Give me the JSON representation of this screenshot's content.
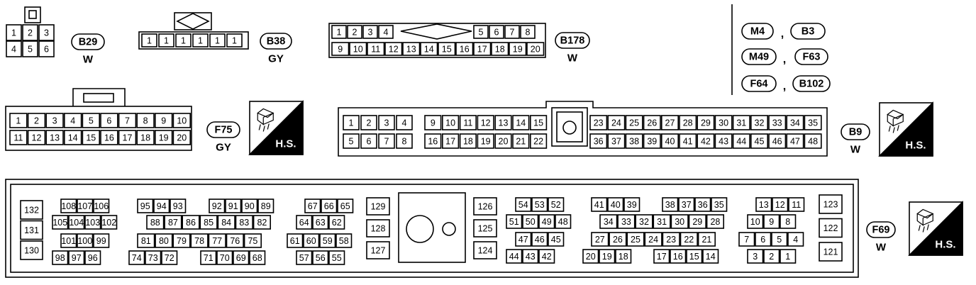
{
  "tags": {
    "b29": "B29",
    "b38": "B38",
    "b178": "B178",
    "f75": "F75",
    "b9": "B9",
    "f69": "F69",
    "m4": "M4",
    "b3": "B3",
    "m49": "M49",
    "f63": "F63",
    "f64": "F64",
    "b102": "B102",
    "sep": ","
  },
  "colors_text": {
    "b29": "W",
    "b38": "GY",
    "b178": "W",
    "f75": "GY",
    "b9": "W",
    "f69": "W"
  },
  "hs_label": "H.S.",
  "pins": {
    "b29_top": [
      "1",
      "2",
      "3"
    ],
    "b29_bot": [
      "4",
      "5",
      "6"
    ],
    "b38": [
      "1",
      "1",
      "1",
      "1",
      "1",
      "1"
    ],
    "b178_left_top": [
      "1",
      "2",
      "3",
      "4"
    ],
    "b178_right_top": [
      "5",
      "6",
      "7",
      "8"
    ],
    "b178_bot": [
      "9",
      "10",
      "11",
      "12",
      "13",
      "14",
      "15",
      "16",
      "17",
      "18",
      "19",
      "20"
    ],
    "f75_top": [
      "1",
      "2",
      "3",
      "4",
      "5",
      "6",
      "7",
      "8",
      "9",
      "10"
    ],
    "f75_bot": [
      "11",
      "12",
      "13",
      "14",
      "15",
      "16",
      "17",
      "18",
      "19",
      "20"
    ],
    "b9_l1_top": [
      "1",
      "2",
      "3",
      "4"
    ],
    "b9_l1_bot": [
      "5",
      "6",
      "7",
      "8"
    ],
    "b9_l2_top": [
      "9",
      "10",
      "11",
      "12",
      "13",
      "14",
      "15"
    ],
    "b9_l2_bot": [
      "16",
      "17",
      "18",
      "19",
      "20",
      "21",
      "22"
    ],
    "b9_r_top": [
      "23",
      "24",
      "25",
      "26",
      "27",
      "28",
      "29",
      "30",
      "31",
      "32",
      "33",
      "34",
      "35"
    ],
    "b9_r_bot": [
      "36",
      "37",
      "38",
      "39",
      "40",
      "41",
      "42",
      "43",
      "44",
      "45",
      "46",
      "47",
      "48"
    ],
    "f69_col_a": [
      "132",
      "131",
      "130"
    ],
    "f69_g1_r1": [
      "108",
      "107",
      "106"
    ],
    "f69_g1_r2": [
      "105",
      "104",
      "103",
      "102"
    ],
    "f69_g1_r3": [
      "101",
      "100",
      "99"
    ],
    "f69_g1_r4": [
      "98",
      "97",
      "96"
    ],
    "f69_g2_r1a": [
      "95",
      "94",
      "93"
    ],
    "f69_g2_r1b": [
      "92",
      "91",
      "90",
      "89"
    ],
    "f69_g2_r2": [
      "88",
      "87",
      "86",
      "85",
      "84",
      "83",
      "82"
    ],
    "f69_g2_r3": [
      "81",
      "80",
      "79",
      "78",
      "77",
      "76",
      "75"
    ],
    "f69_g2_r4a": [
      "74",
      "73",
      "72"
    ],
    "f69_g2_r4b": [
      "71",
      "70",
      "69",
      "68"
    ],
    "f69_g3_r1": [
      "67",
      "66",
      "65"
    ],
    "f69_g3_r2": [
      "64",
      "63",
      "62"
    ],
    "f69_g3_r3": [
      "61",
      "60",
      "59",
      "58"
    ],
    "f69_g3_r4": [
      "57",
      "56",
      "55"
    ],
    "f69_col_b": [
      "129",
      "128",
      "127"
    ],
    "f69_col_c": [
      "126",
      "125",
      "124"
    ],
    "f69_g4_r1": [
      "54",
      "53",
      "52"
    ],
    "f69_g4_r2": [
      "51",
      "50",
      "49",
      "48"
    ],
    "f69_g4_r3": [
      "47",
      "46",
      "45"
    ],
    "f69_g4_r4": [
      "44",
      "43",
      "42"
    ],
    "f69_g5_r1a": [
      "41",
      "40",
      "39"
    ],
    "f69_g5_r1b": [
      "38",
      "37",
      "36",
      "35"
    ],
    "f69_g5_r2": [
      "34",
      "33",
      "32",
      "31",
      "30",
      "29",
      "28"
    ],
    "f69_g5_r3": [
      "27",
      "26",
      "25",
      "24",
      "23",
      "22",
      "21"
    ],
    "f69_g5_r4a": [
      "20",
      "19",
      "18"
    ],
    "f69_g5_r4b": [
      "17",
      "16",
      "15",
      "14"
    ],
    "f69_g6_r1": [
      "13",
      "12",
      "11"
    ],
    "f69_g6_r2": [
      "10",
      "9",
      "8"
    ],
    "f69_g6_r3": [
      "7",
      "6",
      "5",
      "4"
    ],
    "f69_g6_r4": [
      "3",
      "2",
      "1"
    ],
    "f69_col_d": [
      "123",
      "122",
      "121"
    ]
  }
}
